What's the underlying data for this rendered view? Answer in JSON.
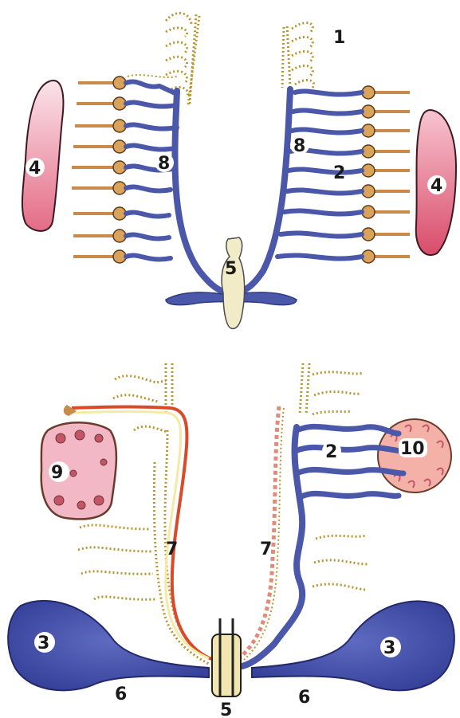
{
  "diagram": {
    "labels": {
      "l1": "1",
      "l2_top": "2",
      "l2_bottom": "2",
      "l3_left": "3",
      "l3_right": "3",
      "l4_left": "4",
      "l4_right": "4",
      "l5_top": "5",
      "l5_bottom": "5",
      "l6_left": "6",
      "l6_right": "6",
      "l7_left": "7",
      "l7_right": "7",
      "l8_left": "8",
      "l8_right": "8",
      "l9": "9",
      "l10": "10"
    },
    "colors": {
      "duct": "#4b57a8",
      "duct_dark": "#2f3a80",
      "tubule_tan": "#c98a4a",
      "tubule_dotted": "#b89a3a",
      "pink": "#e8a0b4",
      "pink_dark": "#d0607a",
      "ovary": "#f2b8c6",
      "gonad_yellow": "#f5e9a8",
      "red_duct": "#e05a3a",
      "cloaca": "#f1e6b0"
    }
  }
}
